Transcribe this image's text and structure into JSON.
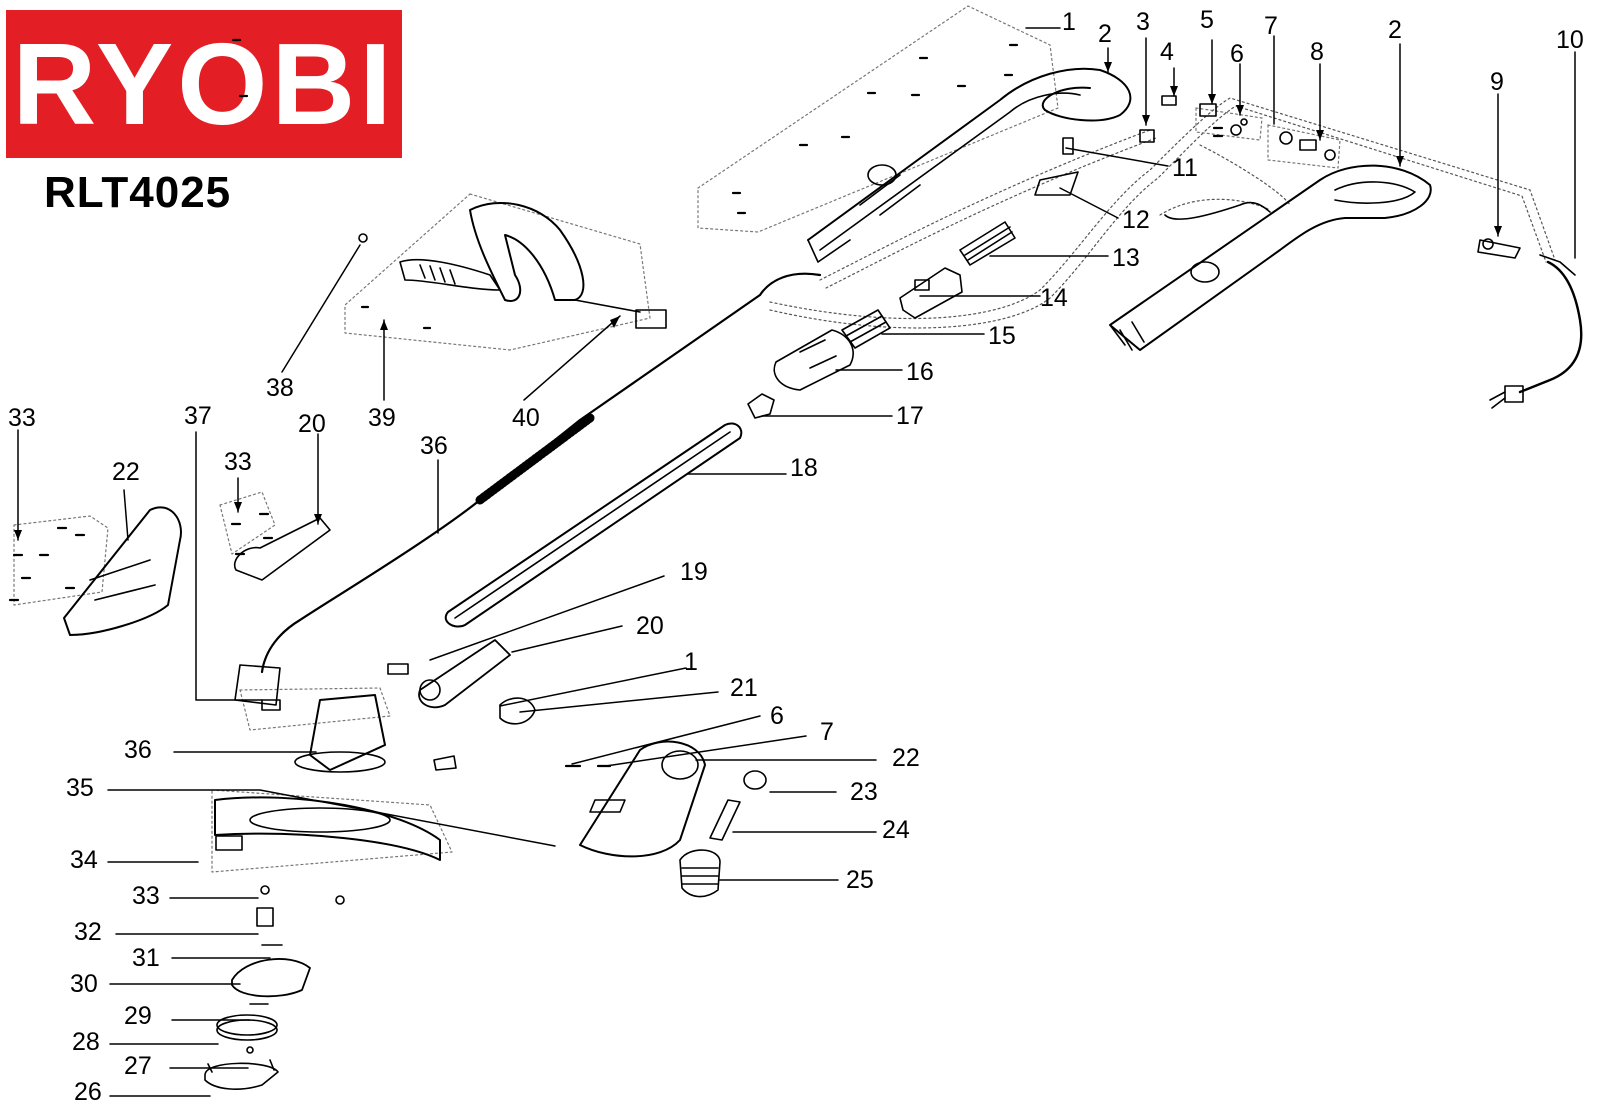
{
  "brand": {
    "logo_text": "RYOBI",
    "logo_color": "#e31e24",
    "model": "RLT4025"
  },
  "part_labels": [
    {
      "id": "p1a",
      "text": "1"
    },
    {
      "id": "p2a",
      "text": "2"
    },
    {
      "id": "p3",
      "text": "3"
    },
    {
      "id": "p4",
      "text": "4"
    },
    {
      "id": "p5",
      "text": "5"
    },
    {
      "id": "p6a",
      "text": "6"
    },
    {
      "id": "p7a",
      "text": "7"
    },
    {
      "id": "p8",
      "text": "8"
    },
    {
      "id": "p2b",
      "text": "2"
    },
    {
      "id": "p9",
      "text": "9"
    },
    {
      "id": "p10",
      "text": "10"
    },
    {
      "id": "p11",
      "text": "11"
    },
    {
      "id": "p12",
      "text": "12"
    },
    {
      "id": "p13",
      "text": "13"
    },
    {
      "id": "p14",
      "text": "14"
    },
    {
      "id": "p15",
      "text": "15"
    },
    {
      "id": "p16",
      "text": "16"
    },
    {
      "id": "p17",
      "text": "17"
    },
    {
      "id": "p18",
      "text": "18"
    },
    {
      "id": "p19",
      "text": "19"
    },
    {
      "id": "p20a",
      "text": "20"
    },
    {
      "id": "p1b",
      "text": "1"
    },
    {
      "id": "p21",
      "text": "21"
    },
    {
      "id": "p6b",
      "text": "6"
    },
    {
      "id": "p7b",
      "text": "7"
    },
    {
      "id": "p22a",
      "text": "22"
    },
    {
      "id": "p23",
      "text": "23"
    },
    {
      "id": "p24",
      "text": "24"
    },
    {
      "id": "p25",
      "text": "25"
    },
    {
      "id": "p38",
      "text": "38"
    },
    {
      "id": "p39",
      "text": "39"
    },
    {
      "id": "p40",
      "text": "40"
    },
    {
      "id": "p36a",
      "text": "36"
    },
    {
      "id": "p33a",
      "text": "33"
    },
    {
      "id": "p22b",
      "text": "22"
    },
    {
      "id": "p37",
      "text": "37"
    },
    {
      "id": "p33b",
      "text": "33"
    },
    {
      "id": "p20b",
      "text": "20"
    },
    {
      "id": "p36b",
      "text": "36"
    },
    {
      "id": "p35",
      "text": "35"
    },
    {
      "id": "p34",
      "text": "34"
    },
    {
      "id": "p33c",
      "text": "33"
    },
    {
      "id": "p32",
      "text": "32"
    },
    {
      "id": "p31",
      "text": "31"
    },
    {
      "id": "p30",
      "text": "30"
    },
    {
      "id": "p29",
      "text": "29"
    },
    {
      "id": "p28",
      "text": "28"
    },
    {
      "id": "p27",
      "text": "27"
    },
    {
      "id": "p26",
      "text": "26"
    }
  ]
}
